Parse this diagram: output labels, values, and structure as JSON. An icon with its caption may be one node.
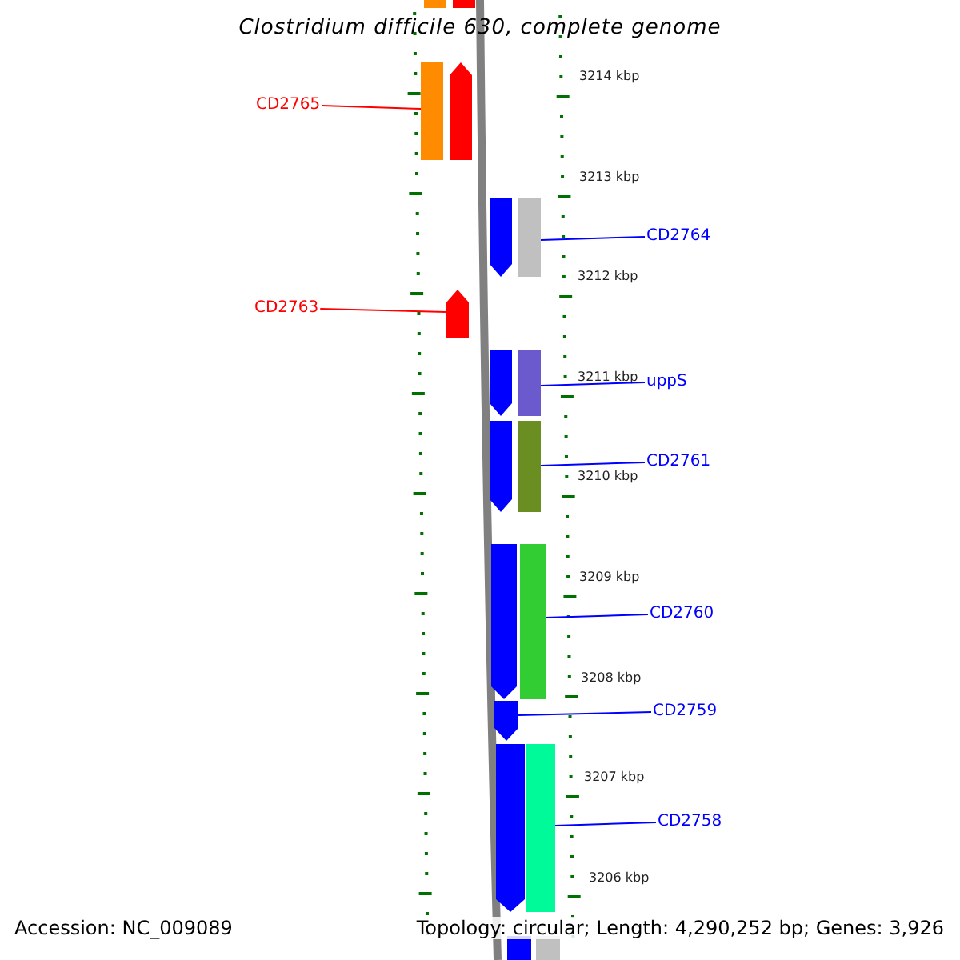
{
  "diagram": {
    "title": "Clostridium difficile 630, complete genome",
    "nodes": [
      {
        "text": [
          "CD2765"
        ]
      },
      {
        "text": [],
        "shape": "arrow"
      },
      {
        "text": [
          "CD2764"
        ]
      },
      {
        "text": [],
        "shape": "arrow"
      },
      {
        "text": [
          "CD2763"
        ]
      },
      {
        "text": [],
        "shape": "arrow"
      },
      {
        "text": [
          "uppS"
        ]
      },
      {
        "text": [],
        "shape": "arrow"
      },
      {
        "text": [
          "CD2761"
        ]
      },
      {
        "text": [],
        "shape": "arrow"
      },
      {
        "text": [
          "CD2760"
        ]
      },
      {
        "text": [],
        "shape": "arrow"
      },
      {
        "text": [
          "CD2759"
        ]
      },
      {
        "text": [],
        "shape": "arrow"
      },
      {
        "text": [
          "CD2758"
        ]
      },
      {
        "text": [],
        "shape": "arrow"
      }
    ],
    "edges": [
      {
        "from": 0,
        "to": 1,
        "arrow": "none",
        "color": "#ff0000"
      },
      {
        "from": 2,
        "to": 3,
        "arrow": "none"
      },
      {
        "from": 4,
        "to": 5,
        "arrow": "none",
        "color": "#ff0000"
      },
      {
        "from": 6,
        "to": 7,
        "arrow": "none"
      },
      {
        "from": 8,
        "to": 9,
        "arrow": "none"
      },
      {
        "from": 10,
        "to": 11,
        "arrow": "none"
      },
      {
        "from": 12,
        "to": 13,
        "arrow": "none"
      },
      {
        "from": 14,
        "to": 15,
        "arrow": "none"
      }
    ],
    "labels": [
      "3214 kbp",
      "3213 kbp",
      "3212 kbp",
      "3211 kbp",
      "3210 kbp",
      "3209 kbp",
      "3208 kbp",
      "3207 kbp",
      "3206 kbp",
      "Accession: NC_009089",
      "Topology: circular; Length: 4,290,252 bp; Genes: 3,926"
    ]
  }
}
